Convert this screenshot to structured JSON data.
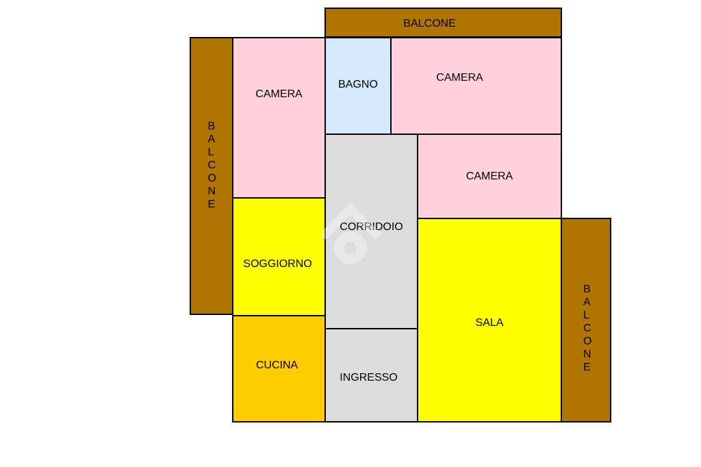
{
  "colors": {
    "balcony": "#b07400",
    "bedroom": "#ffd1dc",
    "bathroom": "#d4e9fb",
    "corridor": "#dcdcdc",
    "living": "#ffff00",
    "kitchen": "#ffcc00",
    "border": "#000000"
  },
  "rooms": {
    "balcone_top": "BALCONE",
    "balcone_left": "BALCONE",
    "balcone_right": "BALCONE",
    "camera_left": "CAMERA",
    "bagno": "BAGNO",
    "camera_top_right": "CAMERA",
    "corridoio": "CORRIDOIO",
    "camera_mid_right": "CAMERA",
    "soggiorno": "SOGGIORNO",
    "sala": "SALA",
    "cucina": "CUCINA",
    "ingresso": "INGRESSO"
  },
  "watermark": {
    "icon": "logo-watermark-icon"
  }
}
